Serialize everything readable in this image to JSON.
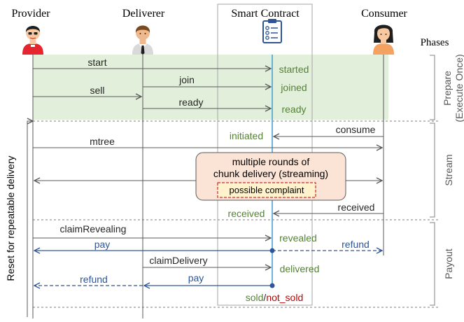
{
  "participants": {
    "provider": "Provider",
    "deliverer": "Deliverer",
    "contract": "Smart Contract",
    "consumer": "Consumer"
  },
  "phases": {
    "heading": "Phases",
    "prepare": "Prepare",
    "prepare_note": "(Execute Once)",
    "stream": "Stream",
    "payout": "Payout"
  },
  "side_label": "Reset for repeatable delivery",
  "messages": {
    "start": "start",
    "join": "join",
    "sell": "sell",
    "ready": "ready",
    "consume": "consume",
    "mtree": "mtree",
    "received": "received",
    "claim_revealing": "claimRevealing",
    "pay_1": "pay",
    "refund_1": "refund",
    "claim_delivery": "claimDelivery",
    "pay_2": "pay",
    "refund_2": "refund"
  },
  "states": {
    "started": "started",
    "joined": "joined",
    "ready": "ready",
    "initiated": "initiated",
    "received": "received",
    "revealed": "revealed",
    "delivered": "delivered",
    "sold": "sold",
    "slash": "/",
    "not_sold": "not_sold"
  },
  "stream_box": {
    "line1": "multiple rounds of",
    "line2": "chunk delivery (streaming)",
    "complaint": "possible complaint"
  },
  "colors": {
    "prepare_band": "#e2efda",
    "state_green": "#548235",
    "pay_blue": "#2e5597",
    "contract_line": "#3b9fd6",
    "stream_box_fill": "#fbe4d5",
    "complaint_yellow": "#fff2cc",
    "complaint_border": "#c00000",
    "not_sold_red": "#c00000",
    "arrow_gray": "#595959"
  }
}
